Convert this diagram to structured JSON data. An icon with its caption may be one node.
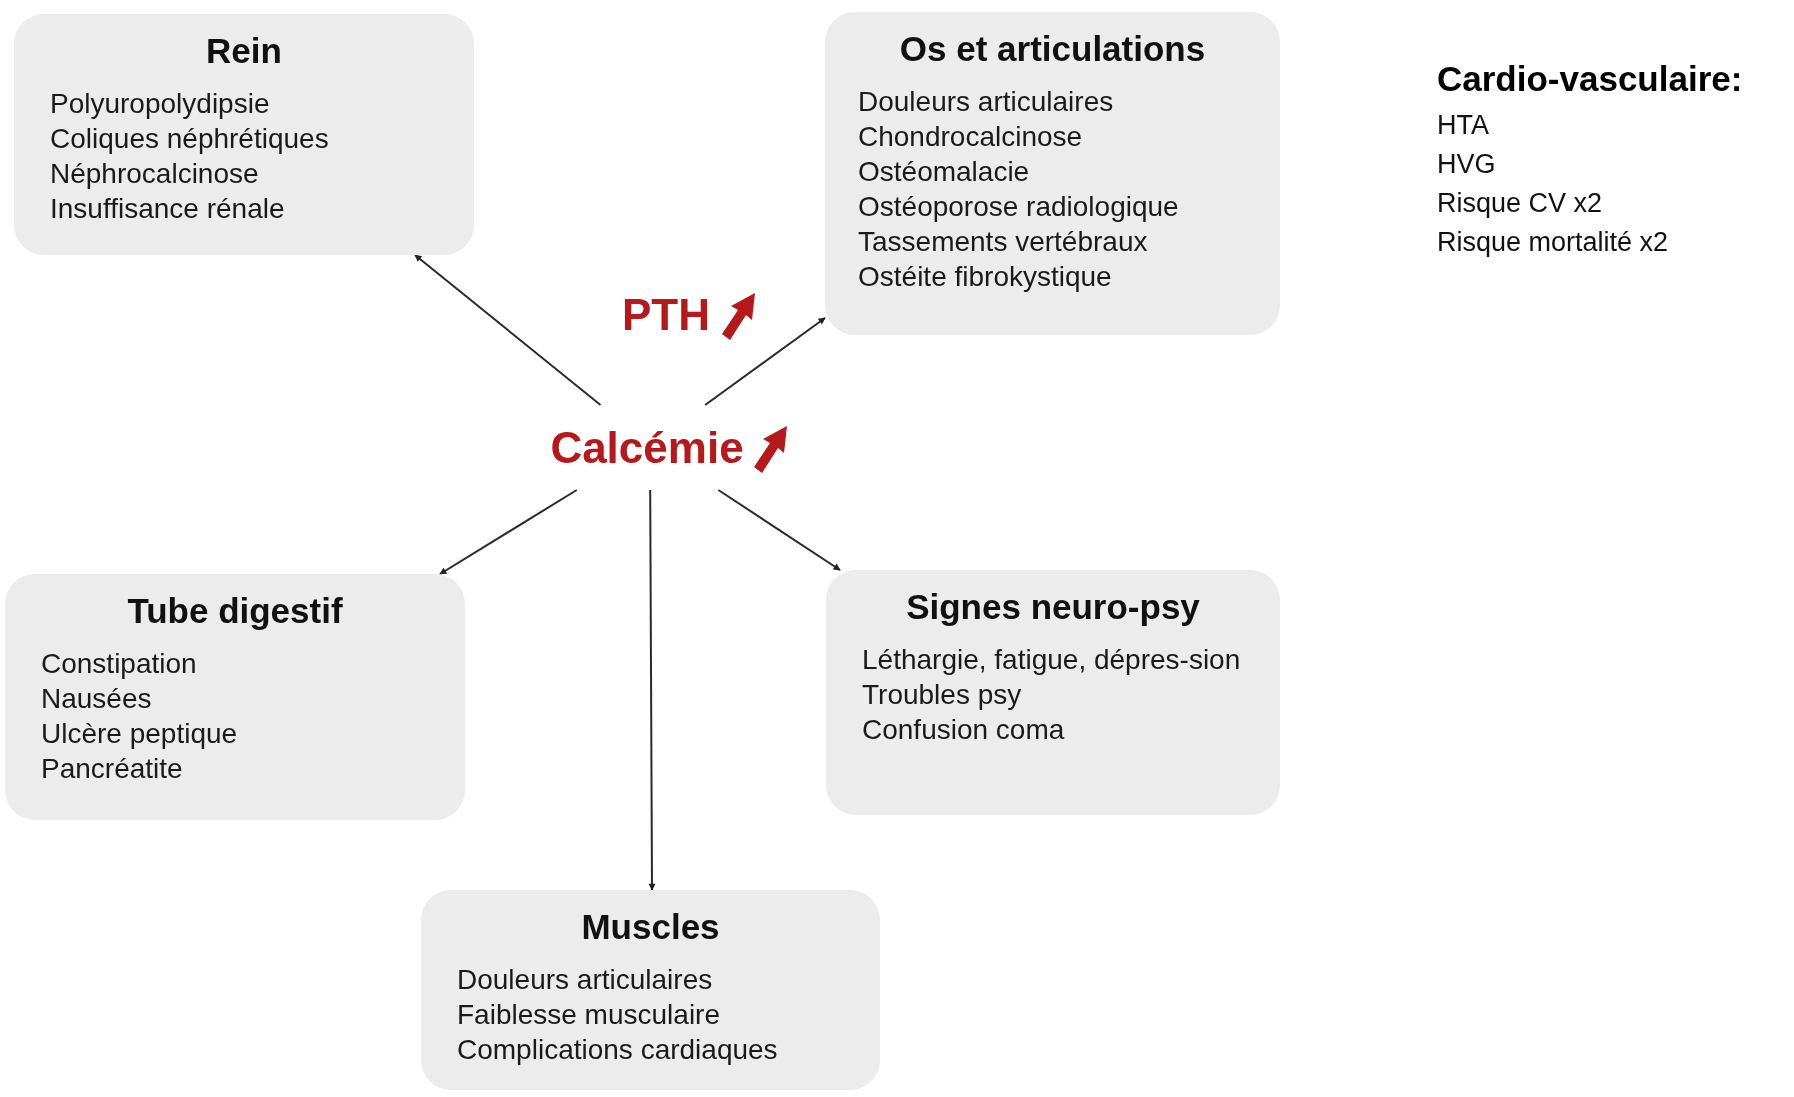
{
  "diagram": {
    "nodes": [
      {
        "text": [
          "Rein",
          "Polyuropolydipsie",
          "Coliques néphrétiques",
          "Néphrocalcinose",
          "Insuffisance rénale"
        ]
      },
      {
        "text": [
          "Os et articulations",
          "Douleurs articulaires",
          "Chondrocalcinose",
          "Ostéomalacie",
          "Ostéoporose radiologique",
          "Tassements vertébraux",
          "Ostéite fibrokystique"
        ]
      },
      {
        "text": [
          "Calcémie"
        ]
      },
      {
        "text": [
          "Tube digestif",
          "Constipation",
          "Nausées",
          "Ulcère peptique",
          "Pancréatite"
        ]
      },
      {
        "text": [
          "Signes neuro-psy",
          "Léthargie, fatigue, dépres-sion",
          "Troubles psy",
          "Confusion coma"
        ]
      },
      {
        "text": [
          "Muscles",
          "Douleurs articulaires",
          "Faiblesse musculaire",
          "Complications cardiaques"
        ]
      }
    ],
    "edges": [
      {
        "from": 2,
        "to": 0,
        "arrow": "to"
      },
      {
        "from": 2,
        "to": 1,
        "arrow": "to",
        "label": "PTH"
      },
      {
        "from": 2,
        "to": 3,
        "arrow": "to"
      },
      {
        "from": 2,
        "to": 5,
        "arrow": "to"
      },
      {
        "from": 2,
        "to": 4,
        "arrow": "to"
      }
    ],
    "labels": [
      "Cardio-vasculaire:",
      "HTA",
      "HVG",
      "Risque CV x2",
      "Risque mortalité x2"
    ]
  }
}
